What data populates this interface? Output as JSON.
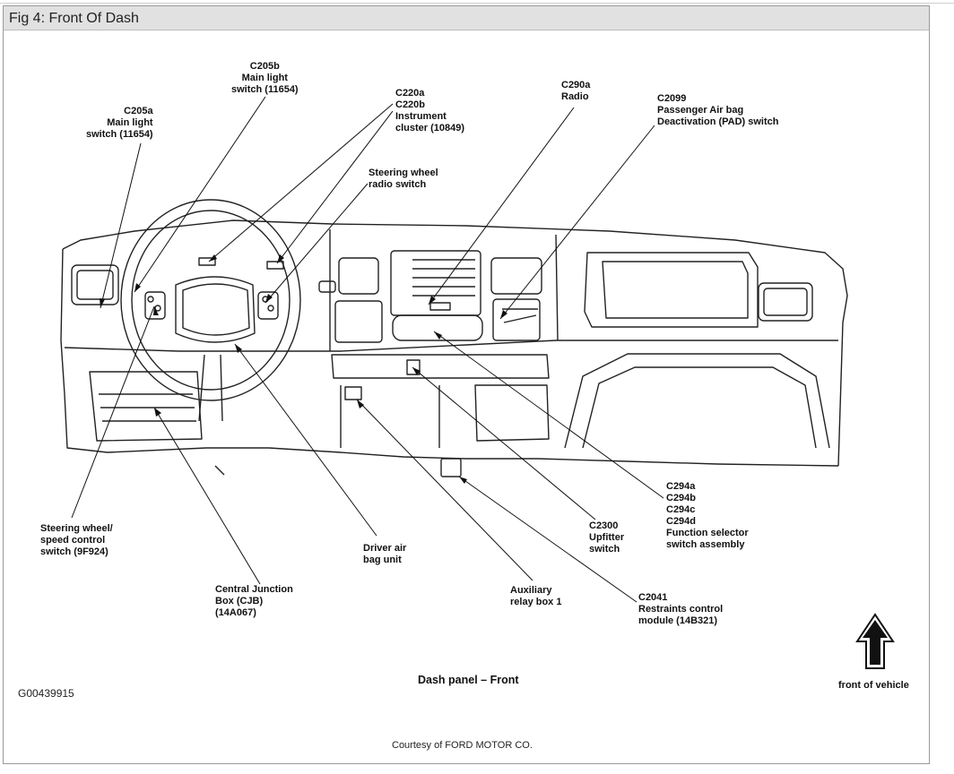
{
  "figure": {
    "title": "Fig 4: Front Of Dash",
    "caption": "Dash panel – Front",
    "figure_id": "G00439915",
    "courtesy": "Courtesy of FORD MOTOR CO.",
    "orientation_label": "front of vehicle"
  },
  "callouts": {
    "c205b": "C205b\nMain light\nswitch (11654)",
    "c205a": "C205a\nMain light\nswitch (11654)",
    "c220": "C220a\nC220b\nInstrument\ncluster (10849)",
    "steering_radio": "Steering wheel\nradio switch",
    "c290a": "C290a\nRadio",
    "c2099": "C2099\nPassenger Air bag\nDeactivation (PAD) switch",
    "steering_speed": "Steering wheel/\nspeed control\nswitch (9F924)",
    "cjb": "Central Junction\nBox (CJB)\n(14A067)",
    "driver_airbag": "Driver air\nbag unit",
    "aux_relay": "Auxiliary\nrelay box 1",
    "c2041": "C2041\nRestraints control\nmodule (14B321)",
    "c2300": "C2300\nUpfitter\nswitch",
    "c294": "C294a\nC294b\nC294c\nC294d\nFunction selector\nswitch assembly"
  }
}
